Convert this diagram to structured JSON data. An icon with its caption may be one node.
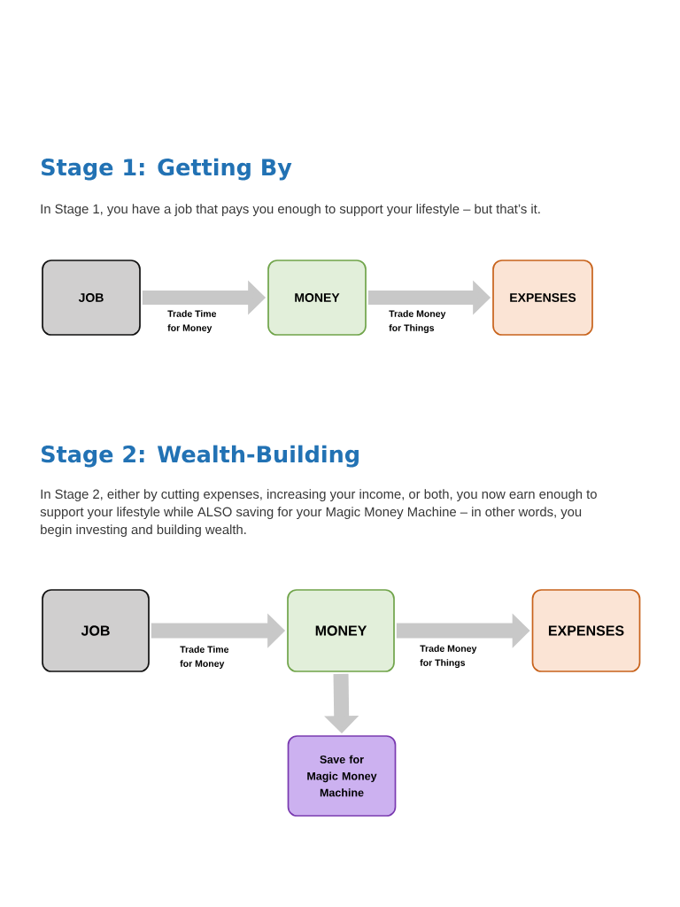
{
  "diagram": {
    "nodes": [
      {
        "text": [
          "JOB"
        ]
      },
      {
        "text": [
          "MONEY"
        ]
      },
      {
        "text": [
          "EXPENSES"
        ]
      },
      {
        "text": [
          "JOB"
        ]
      },
      {
        "text": [
          "MONEY"
        ]
      },
      {
        "text": [
          "EXPENSES"
        ]
      },
      {
        "text": [
          "Save for Magic Money Machine"
        ]
      }
    ],
    "edges": [
      {
        "from": 0,
        "to": 1,
        "arrow": "to",
        "label": "Trade Time for Money"
      },
      {
        "from": 1,
        "to": 2,
        "arrow": "to",
        "label": "Trade Money for Things"
      },
      {
        "from": 3,
        "to": 4,
        "arrow": "to",
        "label": "Trade Time for Money"
      },
      {
        "from": 4,
        "to": 5,
        "arrow": "to",
        "label": "Trade Money for Things"
      },
      {
        "from": 4,
        "to": 6,
        "arrow": "to"
      }
    ],
    "labels": [
      "Stage 1: Getting By",
      "In Stage 1, you have a job that pays you enough to support your lifestyle – but that’s it.",
      "Stage 2: Wealth-Building",
      "In Stage 2, either by cutting expenses, increasing your income, or both, you now earn enough to support your lifestyle while ALSO saving for your Magic Money Machine – in other words, you begin investing and building wealth."
    ]
  }
}
